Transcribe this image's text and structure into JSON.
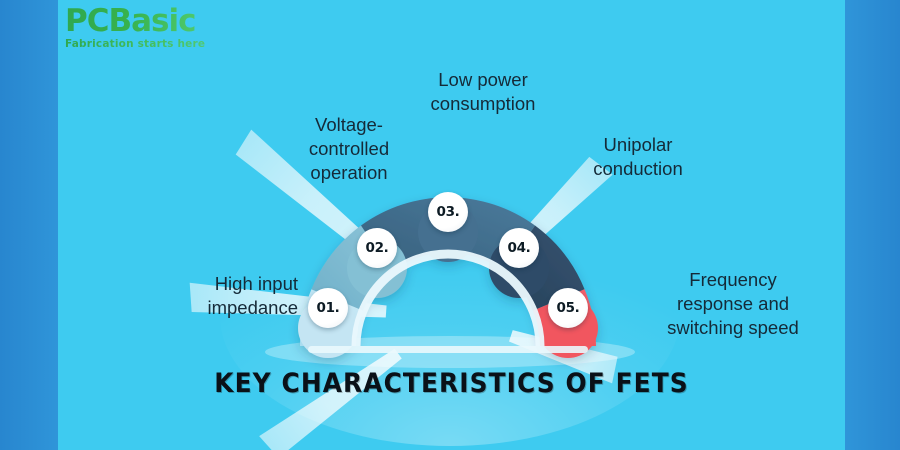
{
  "brand": {
    "name": "PCBasic",
    "tagline": "Fabrication starts here",
    "color": "#37b24d"
  },
  "background": {
    "canvas_color": "#3ecbf0",
    "side_bar_color": "#2a8fd4"
  },
  "title": "KEY CHARACTERISTICS OF\nFETS",
  "chart_data": {
    "type": "pie",
    "title": "KEY CHARACTERISTICS OF FETS",
    "subtype": "semicircle-donut-infographic",
    "segment_count": 5,
    "equal_segments": true,
    "segment_share_pct": 20,
    "legend": "inline-labels",
    "categories": [
      "High input impedance",
      "Voltage-controlled operation",
      "Low power consumption",
      "Unipolar conduction",
      "Frequency response and switching speed"
    ],
    "values": [
      20,
      20,
      20,
      20,
      20
    ],
    "colors": [
      "#b9e3f2",
      "#79b8cf",
      "#3f6f8f",
      "#2e4a66",
      "#f0555f"
    ],
    "numbers": [
      "01.",
      "02.",
      "03.",
      "04.",
      "05."
    ]
  },
  "segments": [
    {
      "number": "01.",
      "label": "High input\nimpedance",
      "color": "#b9e3f2",
      "align": "r"
    },
    {
      "number": "02.",
      "label": "Voltage-\ncontrolled\noperation",
      "color": "#79b8cf",
      "align": "c"
    },
    {
      "number": "03.",
      "label": "Low power\nconsumption",
      "color": "#3f6f8f",
      "align": "c"
    },
    {
      "number": "04.",
      "label": "Unipolar\nconduction",
      "color": "#2e4a66",
      "align": "c"
    },
    {
      "number": "05.",
      "label": "Frequency\nresponse and\nswitching speed",
      "color": "#f0555f",
      "align": "l"
    }
  ]
}
